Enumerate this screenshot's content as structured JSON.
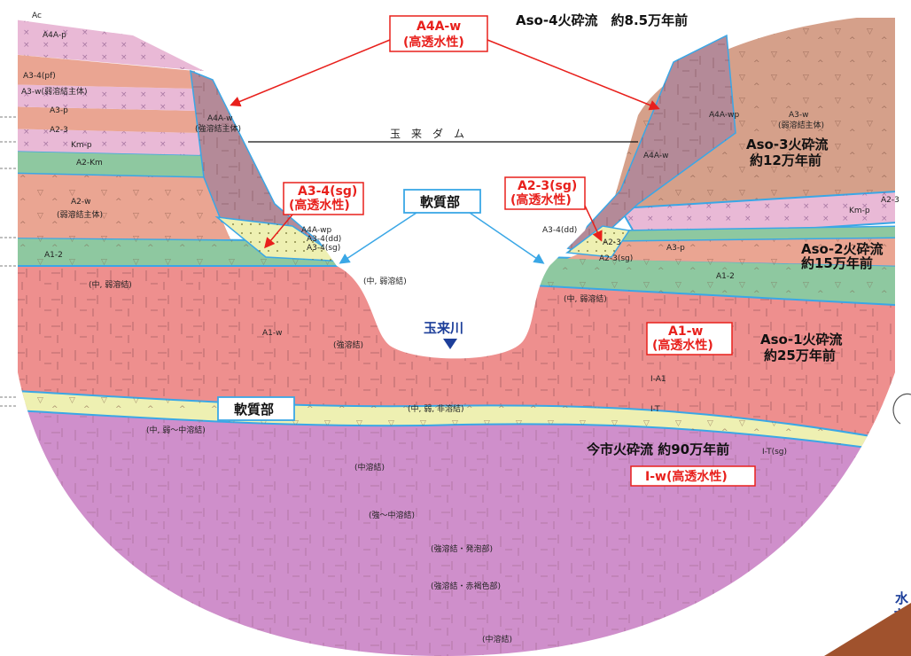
{
  "title_age": "Aso-4火砕流　約8.5万年前",
  "dam_label": "玉　来　ダ　ム",
  "river": {
    "name": "玉来川"
  },
  "callouts": {
    "a4a_w": {
      "line1": "A4A-w",
      "line2": "(高透水性)"
    },
    "a3_4_sg": {
      "line1": "A3-4(sg)",
      "line2": "(高透水性)"
    },
    "a2_3_sg": {
      "line1": "A2-3(sg)",
      "line2": "(高透水性)"
    },
    "a1_w": {
      "line1": "A1-w",
      "line2": "(高透水性)"
    },
    "i_w": {
      "line1": "I-w(高透水性)"
    },
    "soft_upper": {
      "text": "軟質部"
    },
    "soft_lower": {
      "text": "軟質部"
    }
  },
  "flow_labels": {
    "aso3": {
      "line1": "Aso-3火砕流",
      "line2": "約12万年前"
    },
    "aso2": {
      "line1": "Aso-2火砕流",
      "line2": "約15万年前"
    },
    "aso1": {
      "line1": "Aso-1火砕流",
      "line2": "約25万年前"
    },
    "imaichi": {
      "line1": "今市火砕流 約90万年前"
    }
  },
  "left_labels": {
    "ac": "Ac",
    "a4a_p": "A4A-p",
    "a3_4_pf": "A3-4(pf)",
    "a3_w": "A3-w(弱溶結主体)",
    "a3_p": "A3-p",
    "a2_3": "A2-3",
    "km_p": "Km-p",
    "a2_km": "A2-Km",
    "a2_w_1": "A2-w",
    "a2_w_2": "(弱溶結主体)",
    "a1_2": "A1-2",
    "weak1": "(中, 弱溶結)",
    "a4a_w_1": "A4A-w",
    "a4a_w_2": "(強溶結主体)",
    "a4a_wp": "A4A-wp",
    "a3_4_dd": "A3-4(dd)",
    "a3_4_sg": "A3-4(sg)",
    "mid_weak": "(中, 弱溶結)",
    "a1_w_small": "A1-w",
    "strong": "(強溶結)",
    "mid_weak_non": "(中, 弱, 非溶結)",
    "mid_weak_mid": "(中, 弱〜中溶結)",
    "mid_weld": "(中溶結)",
    "strong_mid": "(強〜中溶結)",
    "strong_foam": "(強溶結・発泡部)",
    "strong_red": "(強溶結・赤褐色部)",
    "mid_weld_bottom": "(中溶結)"
  },
  "right_labels": {
    "a4a_wp": "A4A-wp",
    "a3_w_1": "A3-w",
    "a3_w_2": "(弱溶結主体)",
    "a4a_w": "A4A-w",
    "km_p": "Km-p",
    "a2_3_edge": "A2-3",
    "a3_4_dd": "A3-4(dd)",
    "a2_3": "A2-3",
    "a3_p": "A3-p",
    "a2_3_sg": "A2-3(sg)",
    "a1_2": "A1-2",
    "mid_weak": "(中, 弱溶結)",
    "i_a1": "I-A1",
    "i_t": "I-T",
    "i_t_sg": "I-T(sg)"
  },
  "right_edge_text": {
    "line1": "水",
    "line2": "ガ"
  },
  "colors": {
    "aso4": "#b48a98",
    "aso3": "#d5a08a",
    "aso2": "#eaa592",
    "aso1": "#ee8f8e",
    "imaichi": "#cf8fcb",
    "green": "#8ec8a0",
    "yellow": "#eef0b2",
    "pink": "#e9b9d6",
    "blue_line": "#3aa7e6",
    "red": "#e8201c"
  }
}
